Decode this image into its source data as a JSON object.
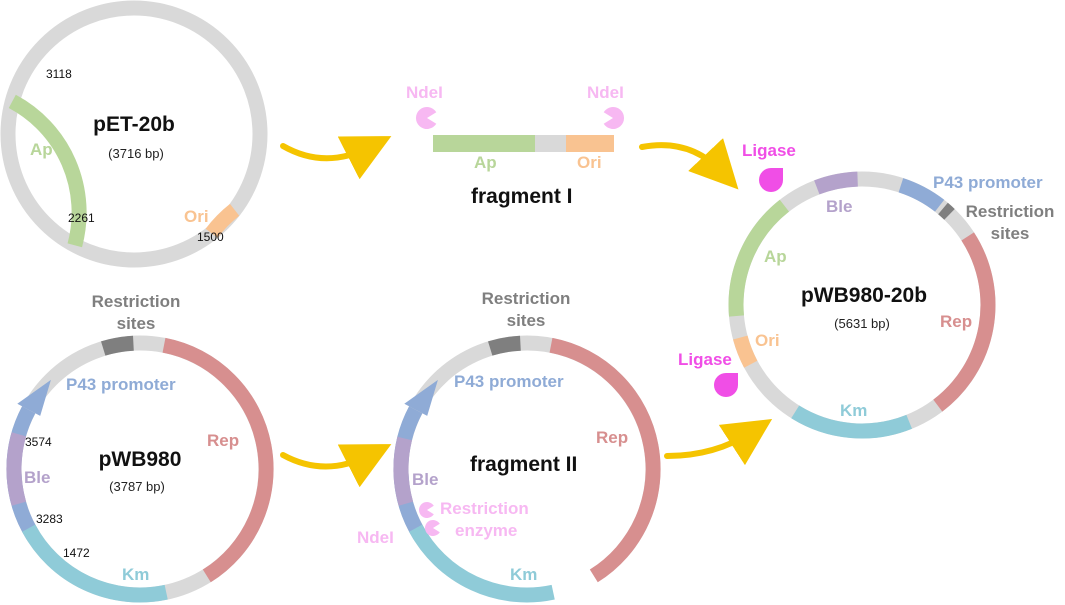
{
  "colors": {
    "backbone": "#d9d9d9",
    "ap": "#b8d69a",
    "ori": "#f9c391",
    "rep": "#d78f8f",
    "km": "#8fcbd8",
    "ble": "#b4a2cb",
    "p43": "#8fabd6",
    "restriction_site": "#7f7f7f",
    "ndei": "#f7b8f2",
    "ligase": "#f04ee6",
    "arrow": "#f5c400"
  },
  "icons": {
    "process_arrow": "curved-arrow-icon",
    "ndei": "pacman-enzyme-icon",
    "ligase": "drop-icon"
  },
  "pet20b": {
    "name": "pET-20b",
    "size": "(3716 bp)",
    "labels": {
      "ap": "Ap",
      "ori": "Ori"
    },
    "positions": {
      "p3118": "3118",
      "p2261": "2261",
      "p1500": "1500"
    }
  },
  "fragment1": {
    "name": "fragment I",
    "labels": {
      "ap": "Ap",
      "ori": "Ori"
    },
    "enzyme_left": "NdeI",
    "enzyme_right": "NdeI"
  },
  "pwb980": {
    "name": "pWB980",
    "size": "(3787 bp)",
    "labels": {
      "sites_1": "Restriction",
      "sites_2": "sites",
      "p43": "P43 promoter",
      "rep": "Rep",
      "ble": "Ble",
      "km": "Km"
    },
    "positions": {
      "p3574": "3574",
      "p3283": "3283",
      "p1472": "1472"
    }
  },
  "fragment2": {
    "name": "fragment II",
    "labels": {
      "sites_1": "Restriction",
      "sites_2": "sites",
      "p43": "P43 promoter",
      "rep": "Rep",
      "ble": "Ble",
      "km": "Km",
      "enzyme_1": "Restriction",
      "enzyme_2": "enzyme",
      "ndei": "NdeI"
    }
  },
  "pwb98020b": {
    "name": "pWB980-20b",
    "size": "(5631 bp)",
    "labels": {
      "ligase_top": "Ligase",
      "ligase_bottom": "Ligase",
      "ble": "Ble",
      "p43": "P43 promoter",
      "sites_1": "Restriction",
      "sites_2": "sites",
      "ap": "Ap",
      "rep": "Rep",
      "ori": "Ori",
      "km": "Km"
    }
  }
}
